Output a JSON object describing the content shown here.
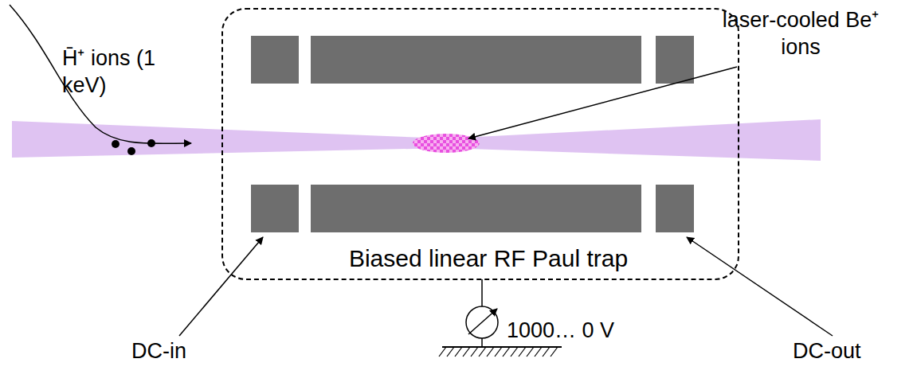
{
  "diagram": {
    "nodes": [
      {
        "text": [
          "Biased linear RF Paul trap"
        ]
      }
    ],
    "labels": [
      "H̄⁺ ions (1 keV)",
      "laser-cooled Be⁺ ions",
      "DC-in",
      "DC-out",
      "1000… 0 V"
    ]
  }
}
